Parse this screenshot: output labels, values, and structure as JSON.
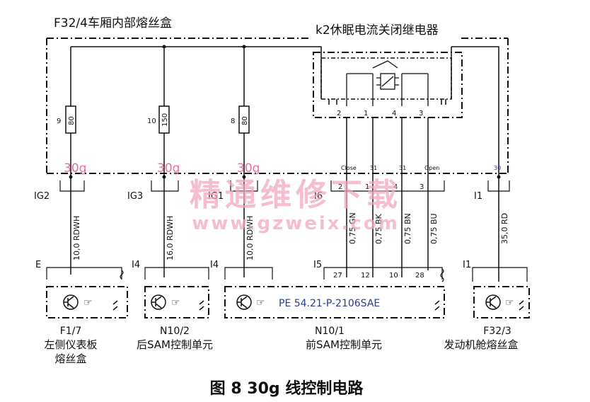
{
  "diagram": {
    "box_left_title": "F32/4车厢内部熔丝盒",
    "box_right_title": "k2休眠电流关闭继电器",
    "fuses": [
      {
        "num": "9",
        "rating": "80"
      },
      {
        "num": "10",
        "rating": "150"
      },
      {
        "num": "8",
        "rating": "80"
      }
    ],
    "terminal_30g": "30g",
    "relay_pins": [
      "2",
      "1",
      "4",
      "3"
    ],
    "signals": [
      "Close",
      "31",
      "31",
      "Open",
      "30"
    ],
    "connectors": {
      "ig2": "IG2",
      "ig3": "IG3",
      "ig1": "IG1",
      "i6": "I6",
      "i1_top": "I1",
      "e": "E",
      "i4a": "I4",
      "i4b": "I4",
      "i5": "I5",
      "i1_bottom": "I1"
    },
    "conn_pins_i6": [
      "2",
      "1",
      "4",
      "3"
    ],
    "wires": [
      "10,0 RDWH",
      "16,0 RDWH",
      "10,0 RDWH",
      "0,75 GN",
      "0,75 BK",
      "0,75 BN",
      "0,75 BU",
      "35,0 RD"
    ],
    "conn_pins_i5": [
      "27",
      "12",
      "10",
      "28"
    ],
    "module_ref": "PE 54.21-P-2106SAE",
    "components": [
      {
        "code": "F1/7",
        "name1": "左侧仪表板",
        "name2": "熔丝盒"
      },
      {
        "code": "N10/2",
        "name1": "后SAM控制单元"
      },
      {
        "code": "N10/1",
        "name1": "前SAM控制单元"
      },
      {
        "code": "F32/3",
        "name1": "发动机舱熔丝盒"
      }
    ],
    "caption": "图 8 30g 线控制电路",
    "watermark_cn": "精通维修下载",
    "watermark_url": "www.gzweix.com"
  }
}
